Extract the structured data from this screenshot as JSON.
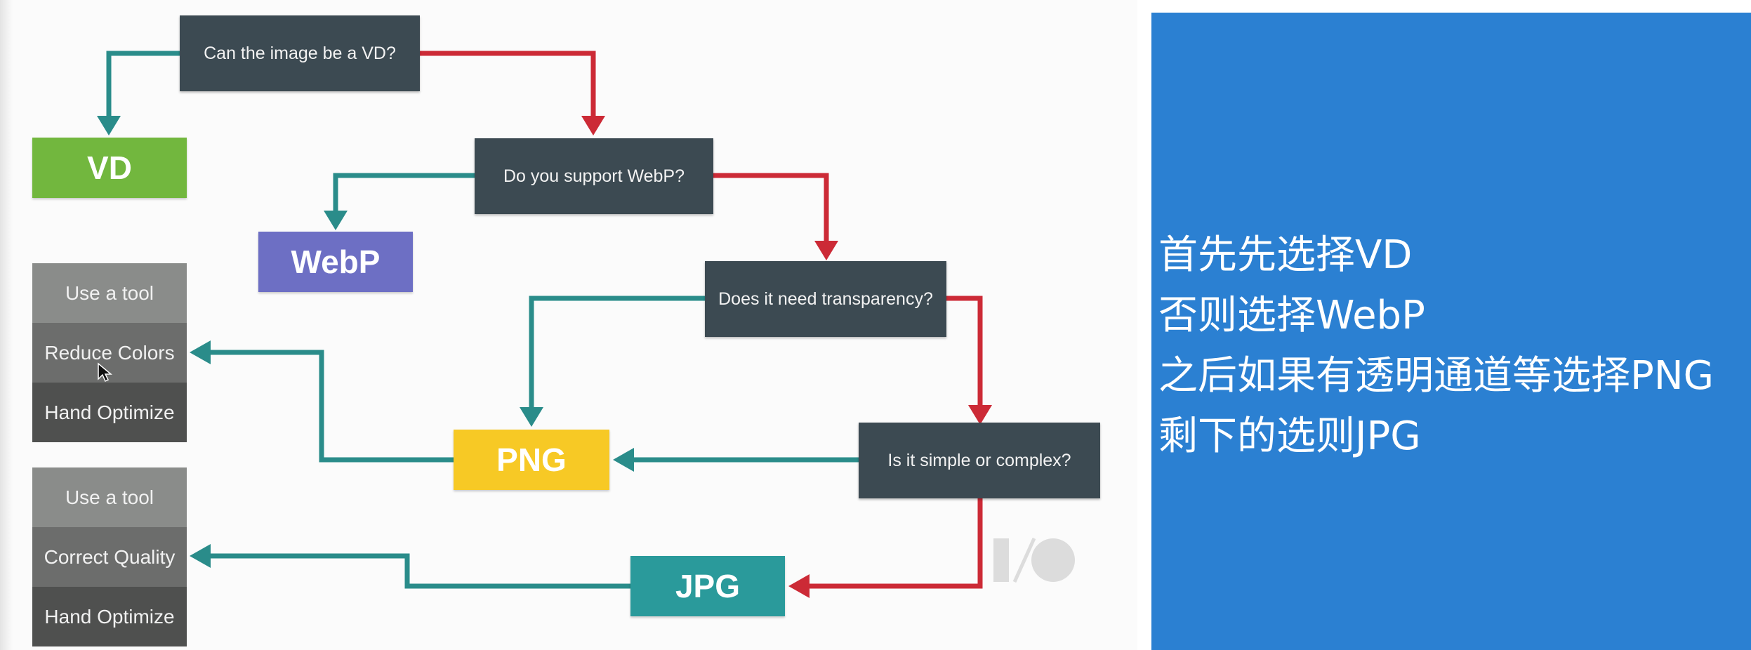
{
  "flowchart": {
    "questions": {
      "q1": "Can the image be a VD?",
      "q2": "Do you support WebP?",
      "q3": "Does it need transparency?",
      "q4": "Is it simple or complex?"
    },
    "formats": {
      "vd": "VD",
      "webp": "WebP",
      "png": "PNG",
      "jpg": "JPG"
    },
    "png_options": [
      "Use a tool",
      "Reduce Colors",
      "Hand Optimize"
    ],
    "jpg_options": [
      "Use a tool",
      "Correct Quality",
      "Hand Optimize"
    ],
    "colors": {
      "question_box": "#3c4a52",
      "yes_arrow": "#2a8c8a",
      "no_arrow": "#cc2a36",
      "vd": "#72b73e",
      "webp": "#6d6fc4",
      "png": "#f7c925",
      "jpg": "#2a9a9b"
    },
    "logo": "io-logo"
  },
  "note_panel": {
    "background": "#2b80d2",
    "lines": [
      "首先先选择VD",
      "否则选择WebP",
      "之后如果有透明通道等选择PNG",
      "剩下的选则JPG"
    ]
  }
}
